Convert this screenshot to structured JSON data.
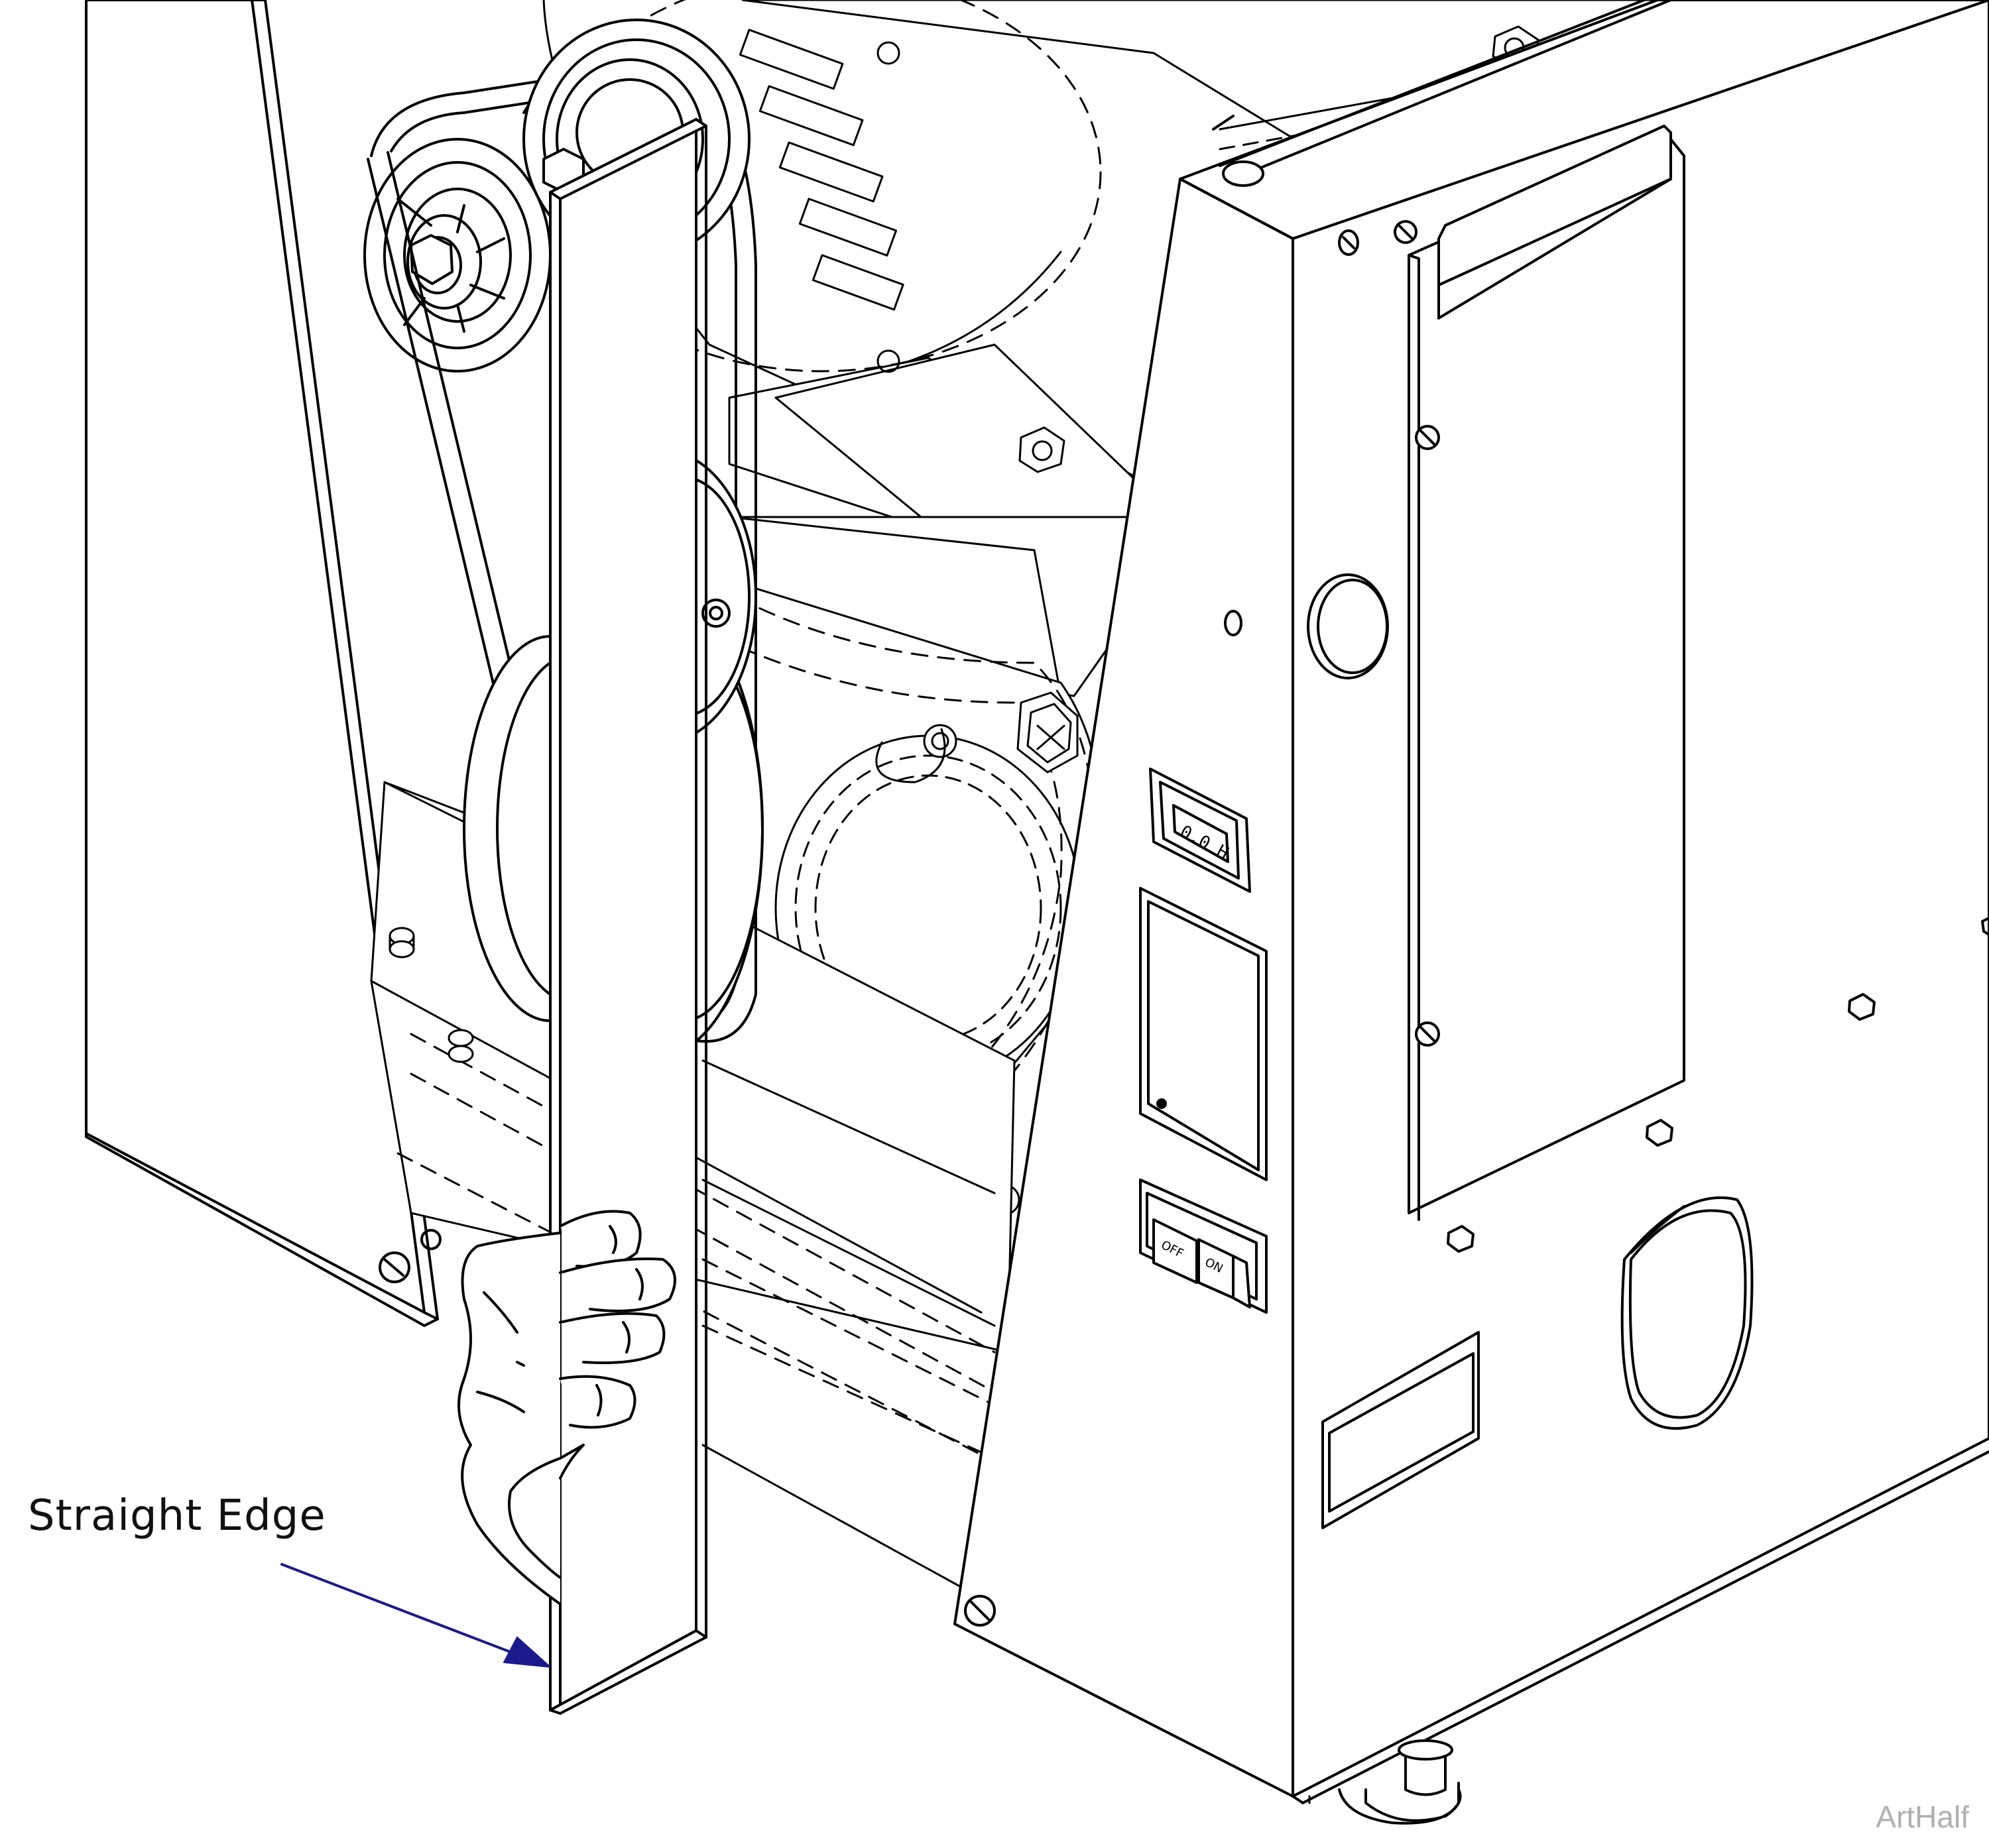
{
  "callout": {
    "label": "Straight Edge",
    "arrow_color": "#1a1a8c"
  },
  "switch": {
    "off_label": "OFF",
    "on_label": "ON"
  },
  "hour_meter": {
    "reading": "0.0 H"
  },
  "watermark": {
    "text": "ArtHalf"
  },
  "colors": {
    "line": "#000000",
    "background": "#ffffff"
  }
}
